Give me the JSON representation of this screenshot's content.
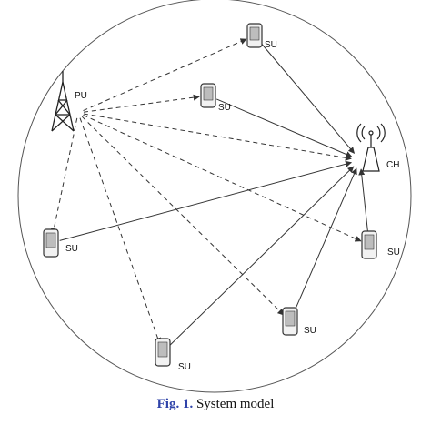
{
  "nodes": [
    {
      "id": "pu",
      "type": "tower",
      "label": "PU"
    },
    {
      "id": "ch",
      "type": "base-station",
      "label": "CH"
    },
    {
      "id": "su1",
      "type": "phone",
      "label": "SU"
    },
    {
      "id": "su2",
      "type": "phone",
      "label": "SU"
    },
    {
      "id": "su3",
      "type": "phone",
      "label": "SU"
    },
    {
      "id": "su4",
      "type": "phone",
      "label": "SU"
    },
    {
      "id": "su5",
      "type": "phone",
      "label": "SU"
    },
    {
      "id": "su6",
      "type": "phone",
      "label": "SU"
    }
  ],
  "edges": [
    {
      "from": "su1",
      "to": "ch",
      "style": "solid"
    },
    {
      "from": "su2",
      "to": "ch",
      "style": "solid"
    },
    {
      "from": "su3",
      "to": "ch",
      "style": "solid"
    },
    {
      "from": "su4",
      "to": "ch",
      "style": "solid"
    },
    {
      "from": "su5",
      "to": "ch",
      "style": "solid"
    },
    {
      "from": "su6",
      "to": "ch",
      "style": "solid"
    },
    {
      "from": "pu",
      "to": "su1",
      "style": "dashed"
    },
    {
      "from": "pu",
      "to": "su2",
      "style": "dashed"
    },
    {
      "from": "pu",
      "to": "su3",
      "style": "dashed"
    },
    {
      "from": "pu",
      "to": "su4",
      "style": "dashed"
    },
    {
      "from": "pu",
      "to": "su5",
      "style": "dashed"
    },
    {
      "from": "pu",
      "to": "su6",
      "style": "dashed"
    },
    {
      "from": "pu",
      "to": "ch",
      "style": "dashed"
    }
  ],
  "caption": {
    "number": "Fig. 1.",
    "text": "System model"
  },
  "footer_text": "                  ",
  "colors": {
    "line": "#333333",
    "caption_number": "#2f43a9",
    "circle": "#555555"
  }
}
